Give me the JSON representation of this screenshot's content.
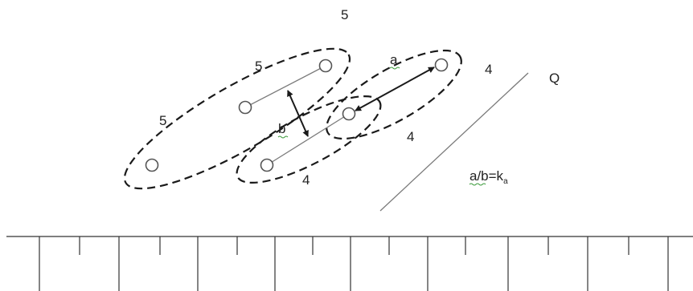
{
  "labels": {
    "five": "5",
    "four": "4",
    "a": "a",
    "b": "b",
    "q": "Q",
    "formula_main": "a/b=k",
    "formula_subscript": "a"
  },
  "colors": {
    "stroke": "#1a1a1a",
    "thin_line": "#7a7a7a",
    "text": "#222222",
    "spell_underline": "#3a9a3a"
  }
}
